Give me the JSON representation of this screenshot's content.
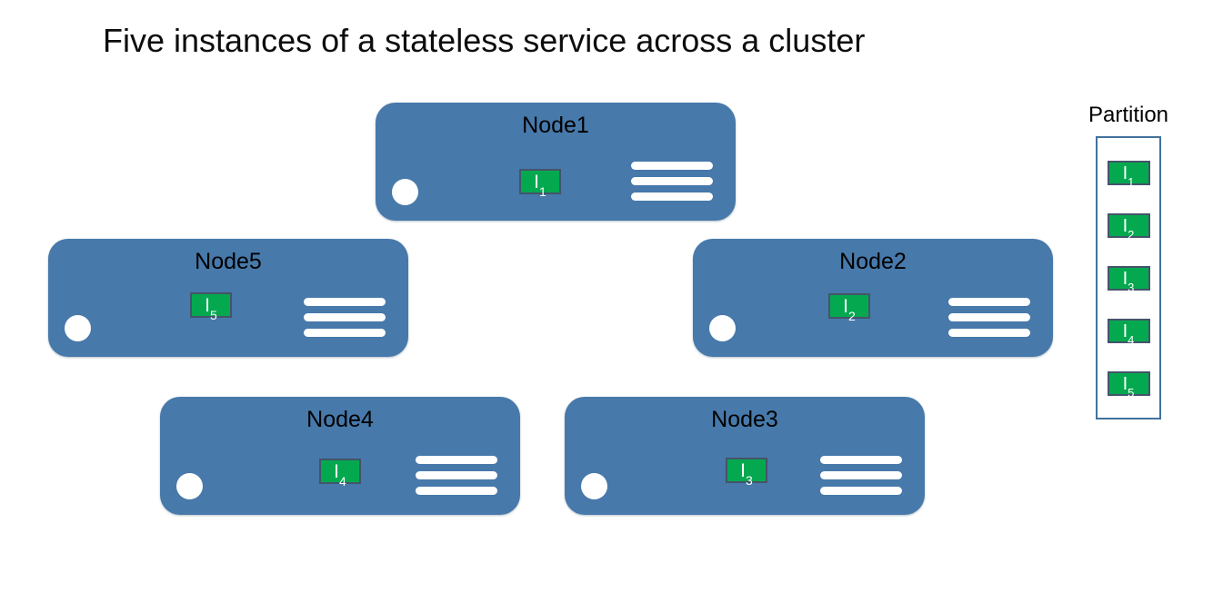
{
  "title": "Five instances of a stateless service across a cluster",
  "colors": {
    "node_fill": "#4779AA",
    "instance_fill": "#04A94F",
    "instance_border": "#44546A",
    "partition_border": "#41719C"
  },
  "nodes": [
    {
      "label": "Node1",
      "instance": {
        "base": "I",
        "sub": "1"
      }
    },
    {
      "label": "Node5",
      "instance": {
        "base": "I",
        "sub": "5"
      }
    },
    {
      "label": "Node2",
      "instance": {
        "base": "I",
        "sub": "2"
      }
    },
    {
      "label": "Node4",
      "instance": {
        "base": "I",
        "sub": "4"
      }
    },
    {
      "label": "Node3",
      "instance": {
        "base": "I",
        "sub": "3"
      }
    }
  ],
  "partition": {
    "label": "Partition",
    "items": [
      {
        "base": "I",
        "sub": "1"
      },
      {
        "base": "I",
        "sub": "2"
      },
      {
        "base": "I",
        "sub": "3"
      },
      {
        "base": "I",
        "sub": "4"
      },
      {
        "base": "I",
        "sub": "5"
      }
    ]
  }
}
